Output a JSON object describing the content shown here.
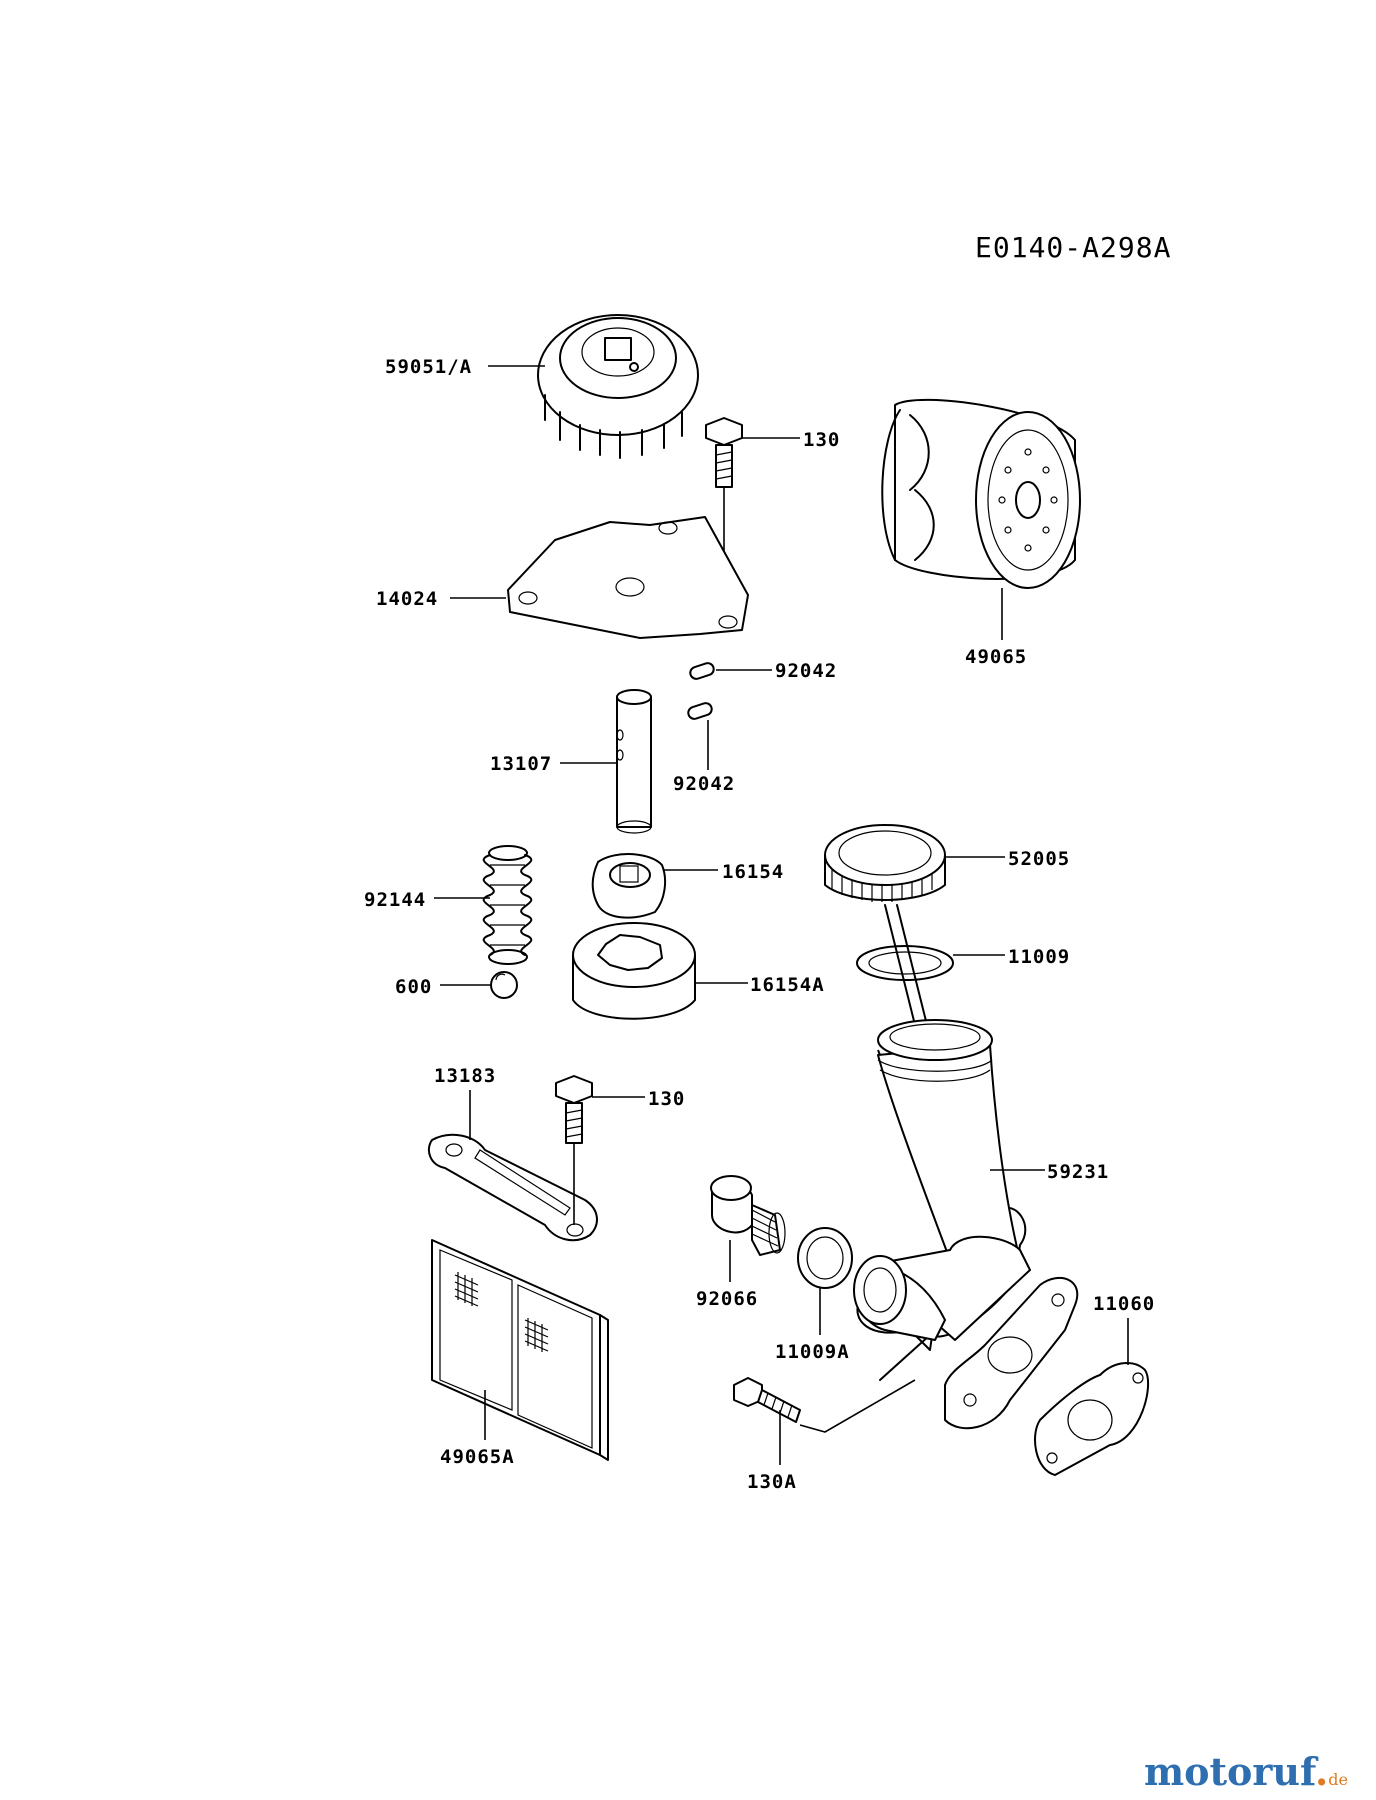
{
  "diagram_code": "E0140-A298A",
  "parts": {
    "gear": "59051/A",
    "bolt_top": "130",
    "pump_cover": "14024",
    "oil_filter": "49065",
    "pin_upper": "92042",
    "pin_lower": "92042",
    "shaft": "13107",
    "inner_rotor": "16154",
    "spring": "92144",
    "outer_rotor": "16154A",
    "ball": "600",
    "filler_cap": "52005",
    "o_ring": "11009",
    "plate": "13183",
    "bolt_mid": "130",
    "filler_pipe": "59231",
    "drain_plug": "92066",
    "gasket_ring": "11009A",
    "gasket": "11060",
    "strainer": "49065A",
    "bolt_bottom": "130A"
  },
  "logo": {
    "text": "motoruf",
    "suffix": "de"
  }
}
